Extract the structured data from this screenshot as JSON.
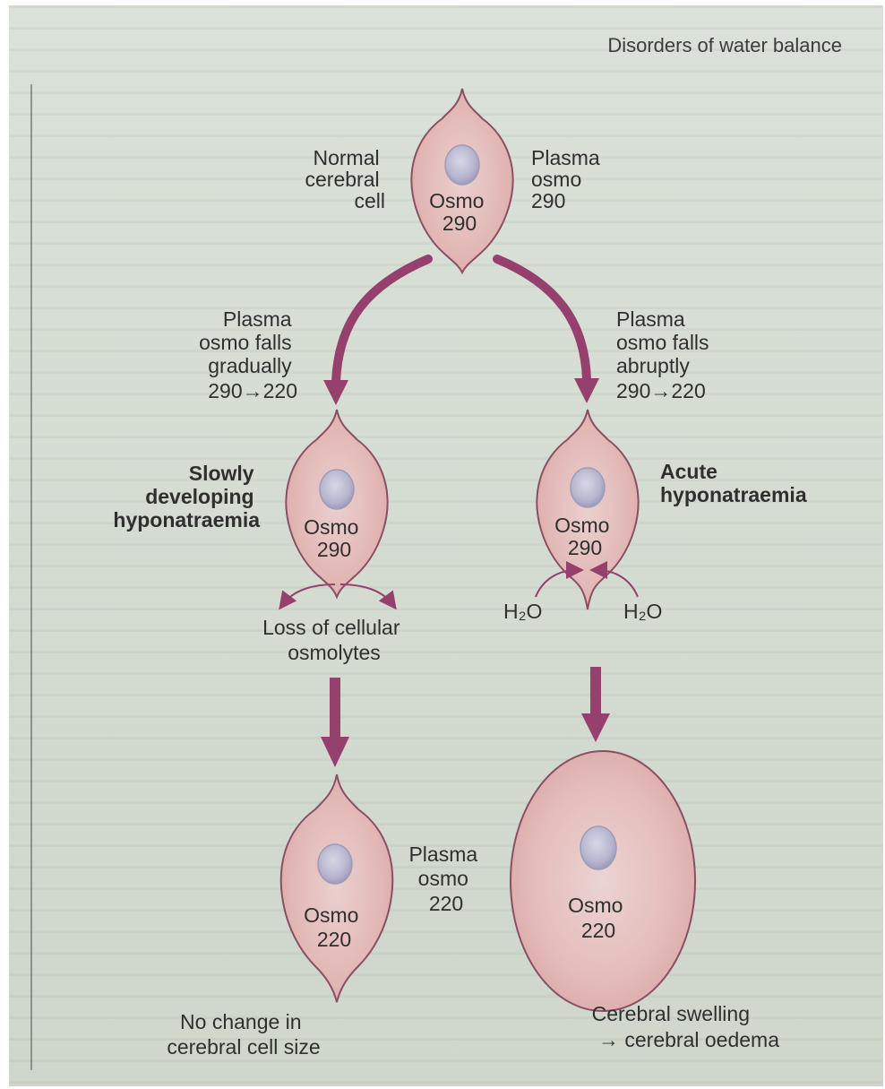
{
  "header": {
    "title": "Disorders of water balance"
  },
  "top_cell": {
    "label": [
      "Normal",
      "cerebral",
      "cell"
    ],
    "osmo": [
      "Osmo",
      "290"
    ],
    "plasma": [
      "Plasma",
      "osmo",
      "290"
    ]
  },
  "left_branch": {
    "plasma_note": [
      "Plasma",
      "osmo falls",
      "gradually",
      "290→220"
    ],
    "cell_label": [
      "Slowly",
      "developing",
      "hyponatraemia"
    ],
    "cell_osmo": [
      "Osmo",
      "290"
    ],
    "loss_note": [
      "Loss of cellular",
      "osmolytes"
    ],
    "final_osmo": [
      "Osmo",
      "220"
    ],
    "plasma_final": [
      "Plasma",
      "osmo",
      "220"
    ],
    "outcome": [
      "No change in",
      "cerebral cell size"
    ]
  },
  "right_branch": {
    "plasma_note": [
      "Plasma",
      "osmo falls",
      "abruptly",
      "290→220"
    ],
    "cell_label": [
      "Acute",
      "hyponatraemia"
    ],
    "cell_osmo": [
      "Osmo",
      "290"
    ],
    "water_left": "H₂O",
    "water_right": "H₂O",
    "final_osmo": [
      "Osmo",
      "220"
    ],
    "outcome": [
      "Cerebral swelling",
      "→ cerebral oedema"
    ]
  },
  "colors": {
    "cell_fill": "#e2b4b4",
    "cell_outline": "#8a4f62",
    "nucleus": "#b9b7cf",
    "arrow": "#96406e",
    "text": "#2f302e"
  }
}
